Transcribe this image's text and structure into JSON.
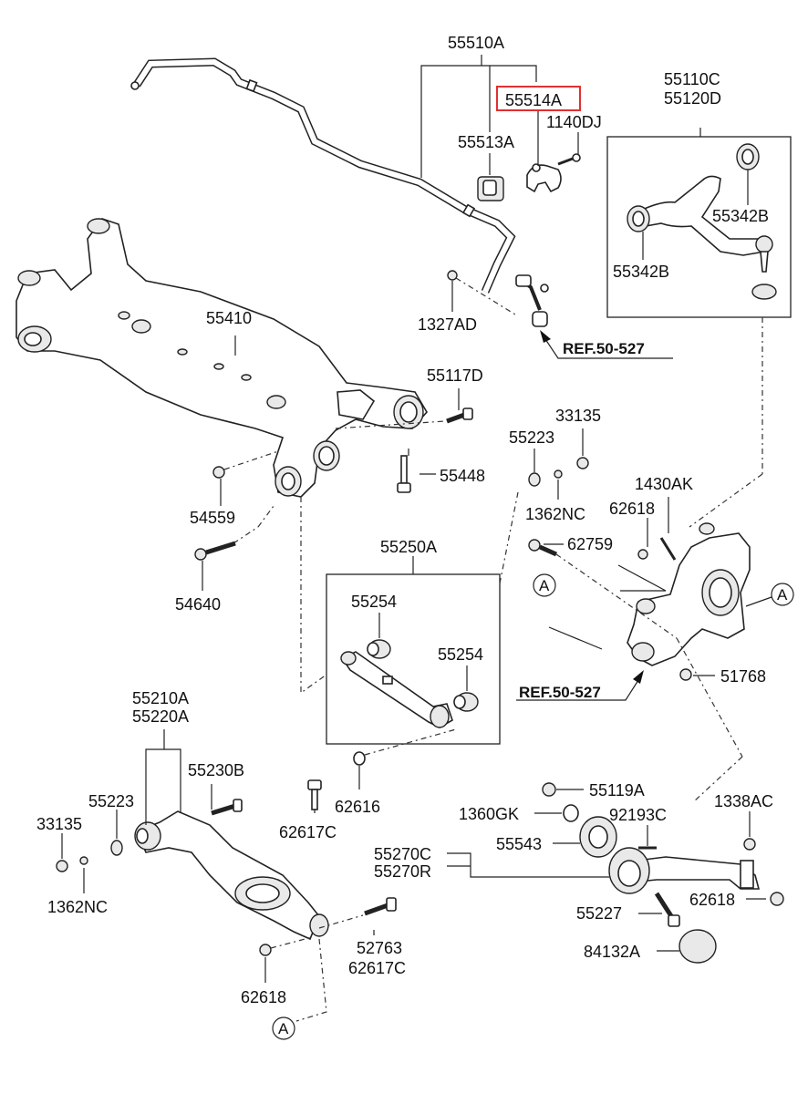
{
  "labels": {
    "p55510A": "55510A",
    "p55514A": "55514A",
    "p1140DJ": "1140DJ",
    "p55513A": "55513A",
    "p55110C": "55110C",
    "p55120D": "55120D",
    "p55342B_a": "55342B",
    "p55342B_b": "55342B",
    "p1327AD": "1327AD",
    "ref_top": "REF.50-527",
    "p55410": "55410",
    "p55117D": "55117D",
    "p33135_a": "33135",
    "p55223_a": "55223",
    "p55448": "55448",
    "p54559": "54559",
    "p1362NC_a": "1362NC",
    "p1430AK": "1430AK",
    "p62618_a": "62618",
    "p62759": "62759",
    "p55250A": "55250A",
    "p54640": "54640",
    "p55254_a": "55254",
    "p55254_b": "55254",
    "p51768": "51768",
    "ref_mid": "REF.50-527",
    "p55210A": "55210A",
    "p55220A": "55220A",
    "p55230B": "55230B",
    "p62616": "62616",
    "p55119A": "55119A",
    "p55223_b": "55223",
    "p33135_b": "33135",
    "p62617C_a": "62617C",
    "p1360GK": "1360GK",
    "p92193C": "92193C",
    "p1338AC": "1338AC",
    "p55270C": "55270C",
    "p55270R": "55270R",
    "p55543": "55543",
    "p1362NC_b": "1362NC",
    "p62618_b": "62618",
    "p55227": "55227",
    "p52763": "52763",
    "p62617C_b": "62617C",
    "p84132A": "84132A",
    "p62618_c": "62618",
    "circle_a1": "A",
    "circle_a2": "A",
    "circle_a3": "A"
  },
  "highlight": {
    "part": "55514A",
    "color": "#e03030"
  }
}
